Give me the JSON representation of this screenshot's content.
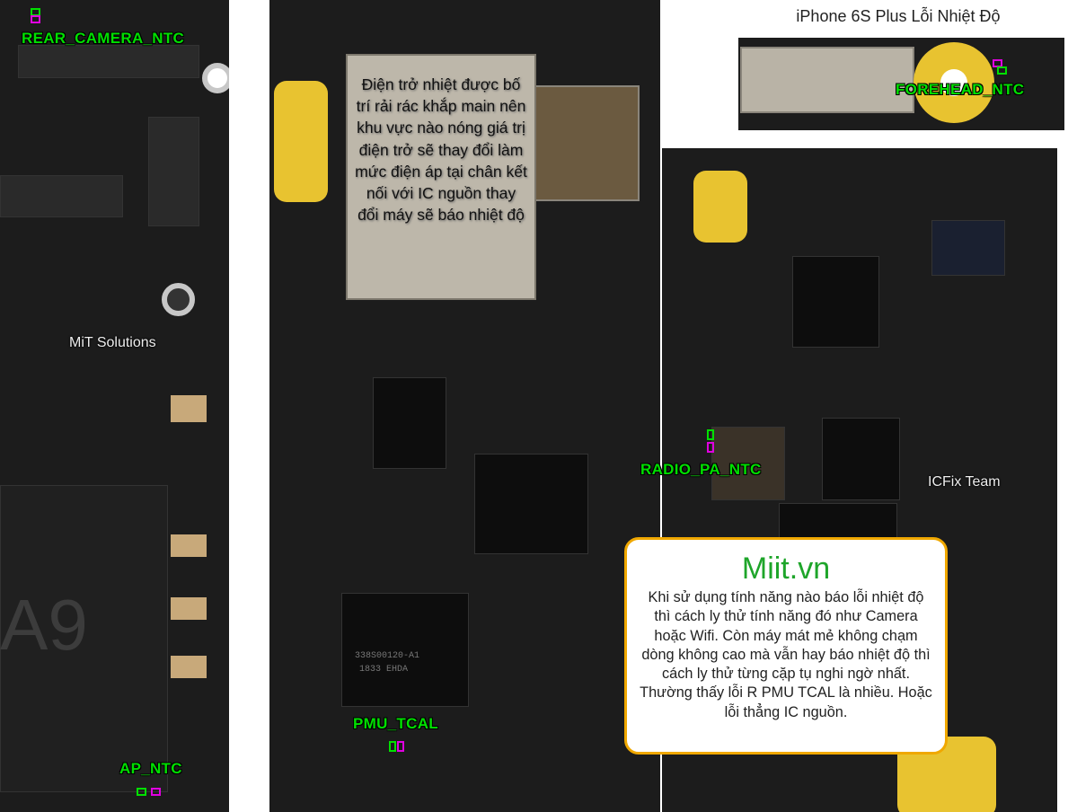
{
  "title": "iPhone 6S Plus Lỗi Nhiệt Độ",
  "labels": {
    "rear_camera": "REAR_CAMERA_NTC",
    "forehead": "FOREHEAD_NTC",
    "radio_pa": "RADIO_PA_NTC",
    "pmu_tcal": "PMU_TCAL",
    "ap": "AP_NTC"
  },
  "watermarks": {
    "mit": "MiT Solutions",
    "icfix": "ICFix Team"
  },
  "chip_text": {
    "a9": "A9",
    "pmu_line1": "338S00120-A1",
    "pmu_line2": "1833 EHDA"
  },
  "shield_note": "Điện trở nhiệt được bố trí rải rác khắp main nên khu vực nào nóng giá trị điện trở sẽ thay đổi làm mức điện áp tại chân kết nối với IC nguồn thay đổi máy sẽ báo nhiệt độ",
  "note": {
    "title": "Miit.vn",
    "body": "Khi sử dụng tính năng nào báo lỗi nhiệt độ thì cách ly thử tính năng đó như Camera hoặc Wifi. Còn máy mát mẻ không chạm dòng không cao mà vẫn hay báo nhiệt độ thì cách ly thử từng cặp tụ nghi ngờ nhất. Thường thấy lỗi R PMU TCAL là nhiều. Hoặc lỗi thẳng IC nguồn."
  },
  "colors": {
    "label": "#00e000",
    "accent": "#1ea52a",
    "note_border": "#f0a800",
    "marker_pink": "#e000e0"
  }
}
